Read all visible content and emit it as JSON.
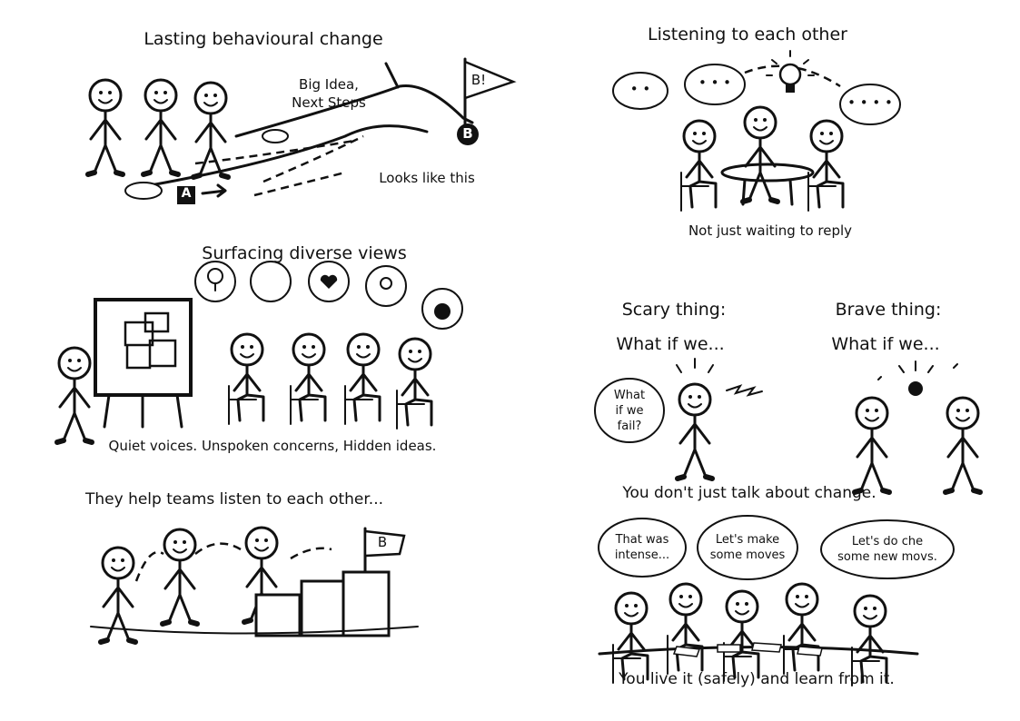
{
  "panels": {
    "lasting": {
      "title": "Lasting behavioural change",
      "big_idea_line1": "Big Idea,",
      "big_idea_line2": "Next Steps",
      "flag_label": "B!",
      "marker_b": "B",
      "marker_a": "A",
      "path_caption": "Looks like this"
    },
    "listening": {
      "title": "Listening to each other",
      "bubble_1": "• •",
      "bubble_2": "• • •",
      "bubble_3": "• • • •",
      "caption": "Not just waiting to reply"
    },
    "surfacing": {
      "title": "Surfacing diverse views",
      "caption": "Quiet voices. Unspoken concerns, Hidden ideas."
    },
    "scary": {
      "title": "Scary thing:",
      "subtitle": "What if we...",
      "bubble_line1": "What",
      "bubble_line2": "if we",
      "bubble_line3": "fail?"
    },
    "brave": {
      "title": "Brave thing:",
      "subtitle": "What if we..."
    },
    "teams": {
      "title": "They help teams listen to each other...",
      "flag_label": "B"
    },
    "change": {
      "title": "You don't just talk about change.",
      "bubble_1_line1": "That was",
      "bubble_1_line2": "intense...",
      "bubble_2_line1": "Let's make",
      "bubble_2_line2": "some moves",
      "bubble_3_line1": "Let's do che",
      "bubble_3_line2": "some new movs.",
      "caption": "You live it (safely) and learn from it."
    }
  }
}
